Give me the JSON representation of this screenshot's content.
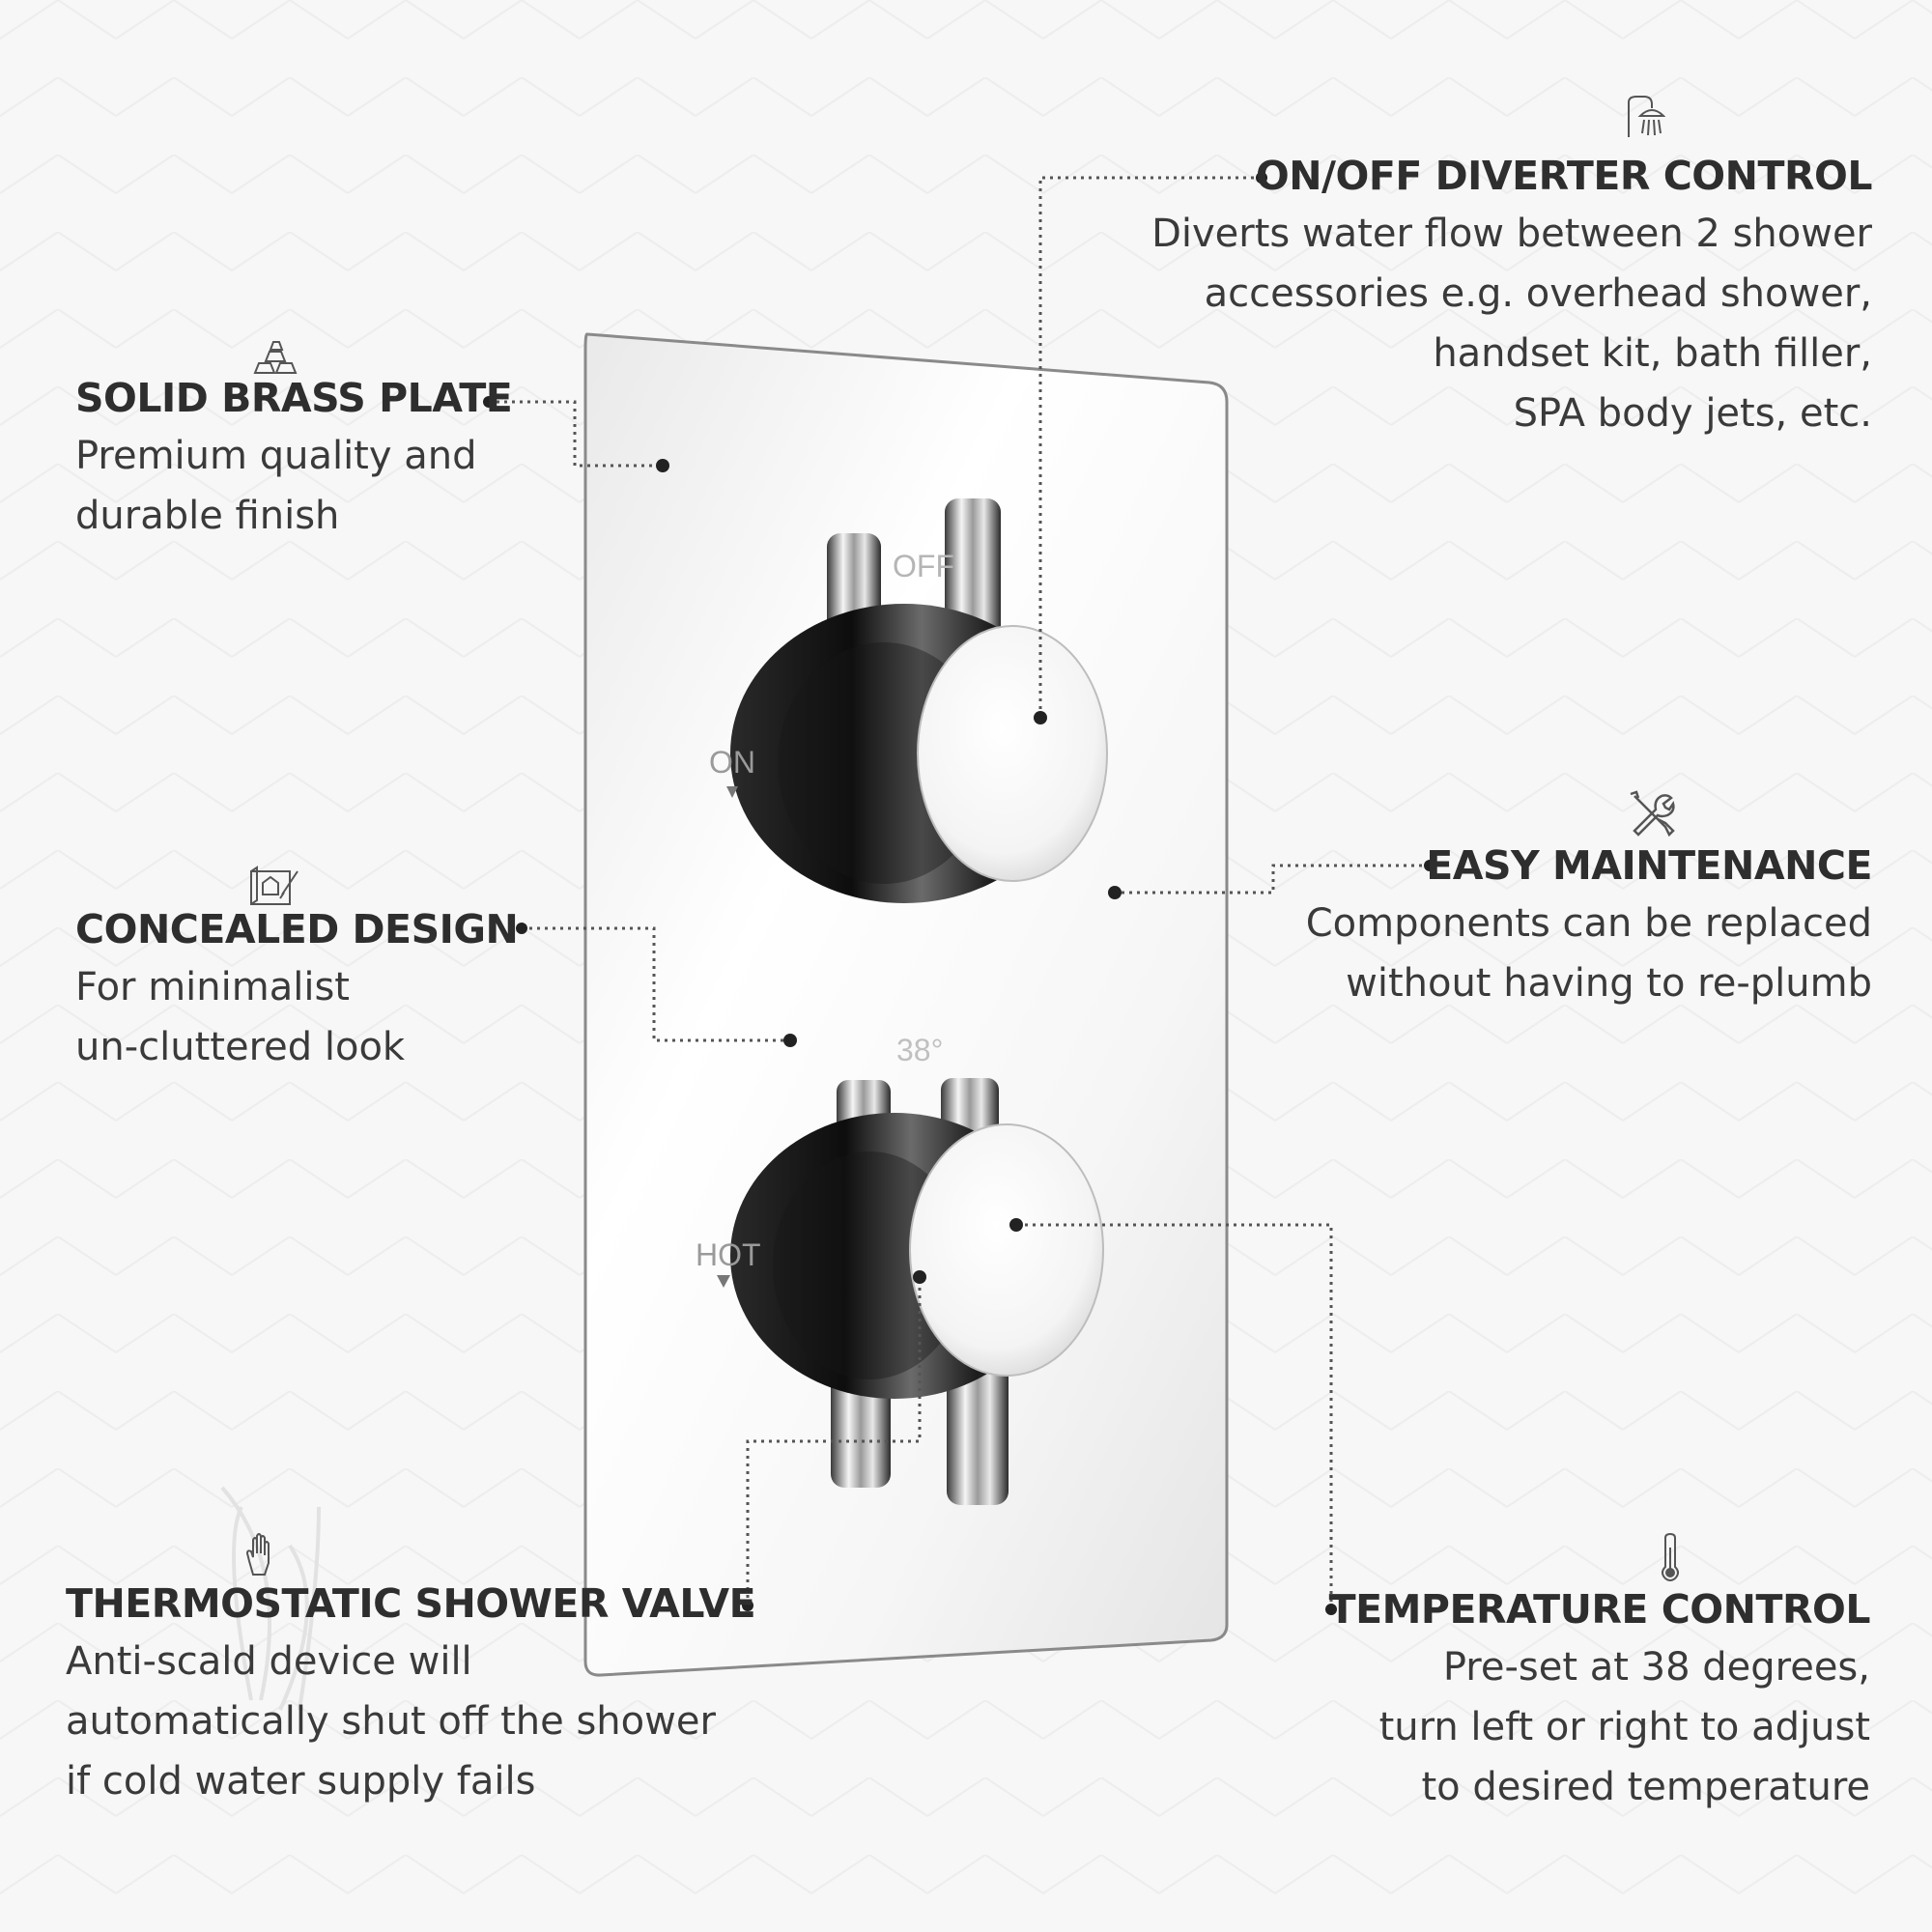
{
  "colors": {
    "background": "#f7f7f7",
    "text": "#2e2e2e",
    "leader": "#555555",
    "chrome_dark": "#1a1a1a",
    "chrome_light": "#ffffff"
  },
  "plate_markings": {
    "off": "OFF",
    "on": "ON",
    "temp": "38°",
    "hot": "HOT"
  },
  "callouts": {
    "solid_brass": {
      "icon": "gold-bars-icon",
      "title": "SOLID BRASS PLATE",
      "lines": [
        "Premium quality and",
        "durable finish"
      ]
    },
    "concealed": {
      "icon": "blueprint-icon",
      "title": "CONCEALED DESIGN",
      "lines": [
        "For minimalist",
        "un-cluttered look"
      ]
    },
    "thermostatic": {
      "icon": "hand-icon",
      "title": "THERMOSTATIC SHOWER VALVE",
      "lines": [
        "Anti-scald device will",
        "automatically shut off the shower",
        "if cold water supply fails"
      ]
    },
    "diverter": {
      "icon": "shower-head-icon",
      "title": "ON/OFF DIVERTER CONTROL",
      "lines": [
        "Diverts water flow between 2 shower",
        "accessories e.g. overhead shower,",
        "handset kit, bath filler,",
        "SPA body jets, etc."
      ]
    },
    "maintenance": {
      "icon": "wrench-screwdriver-icon",
      "title": "EASY MAINTENANCE",
      "lines": [
        "Components can be replaced",
        "without having to re-plumb"
      ]
    },
    "temperature": {
      "icon": "thermometer-icon",
      "title": "TEMPERATURE CONTROL",
      "lines": [
        "Pre-set at 38 degrees,",
        "turn left or right to adjust",
        "to desired temperature"
      ]
    }
  }
}
